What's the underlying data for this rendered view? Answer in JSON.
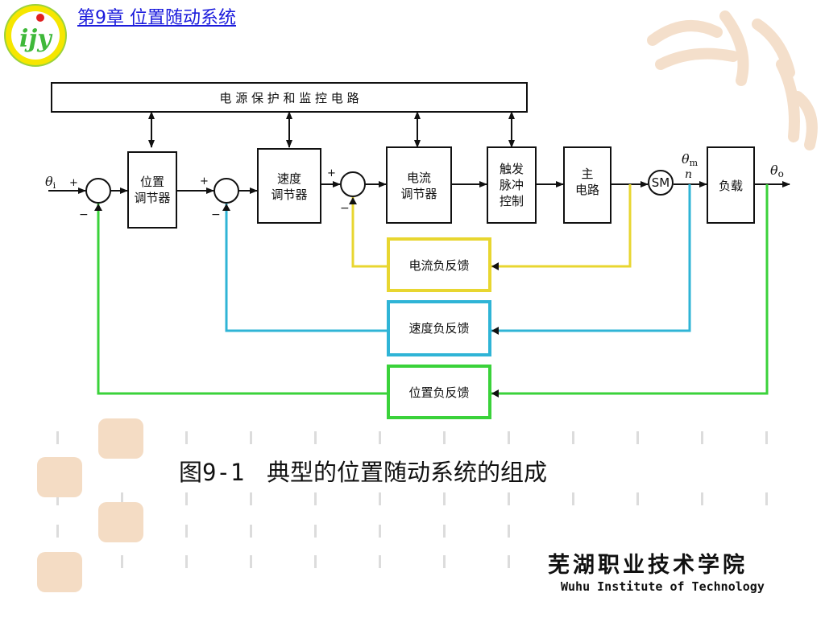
{
  "header": {
    "logo_text": "ijy",
    "chapter_title": "第9章  位置随动系统"
  },
  "diagram": {
    "top_bar": "电 源 保 护 和 监 控 电 路",
    "blocks": {
      "position_regulator": [
        "位置",
        "调节器"
      ],
      "speed_regulator": [
        "速度",
        "调节器"
      ],
      "current_regulator": [
        "电流",
        "调节器"
      ],
      "trigger_pulse_control": [
        "触发",
        "脉冲",
        "控制"
      ],
      "main_circuit": [
        "主",
        "电路"
      ],
      "motor": "SM",
      "load": "负载"
    },
    "feedback": {
      "current": "电流负反馈",
      "speed": "速度负反馈",
      "position": "位置负反馈"
    },
    "signals": {
      "theta_i": "θ",
      "theta_i_sub": "i",
      "theta_m": "θ",
      "theta_m_sub": "m",
      "n": "n",
      "theta_o": "θ",
      "theta_o_sub": "o",
      "plus": "+",
      "minus": "−"
    },
    "colors": {
      "current_loop": "#e8d630",
      "speed_loop": "#2fb4d6",
      "position_loop": "#3ad23a",
      "block_stroke": "#111111"
    }
  },
  "caption": {
    "figure_number": "图9-1",
    "title": "典型的位置随动系统的组成"
  },
  "footer": {
    "institute_cn": "芜湖职业技术学院",
    "institute_en": "Wuhu Institute of Technology"
  }
}
